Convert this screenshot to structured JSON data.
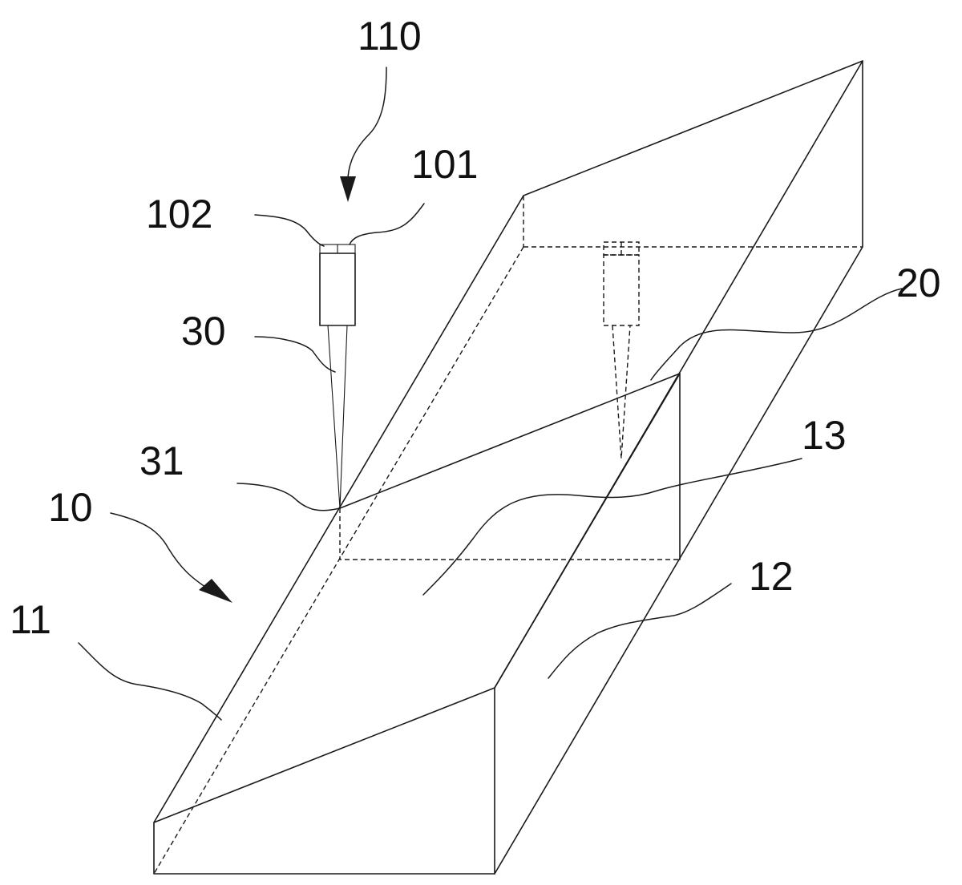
{
  "labels": {
    "l110": "110",
    "l101": "101",
    "l102": "102",
    "l20": "20",
    "l30": "30",
    "l13": "13",
    "l31": "31",
    "l10": "10",
    "l12": "12",
    "l11": "11"
  },
  "colors": {
    "line": "#1a1a1a",
    "background": "#ffffff"
  }
}
